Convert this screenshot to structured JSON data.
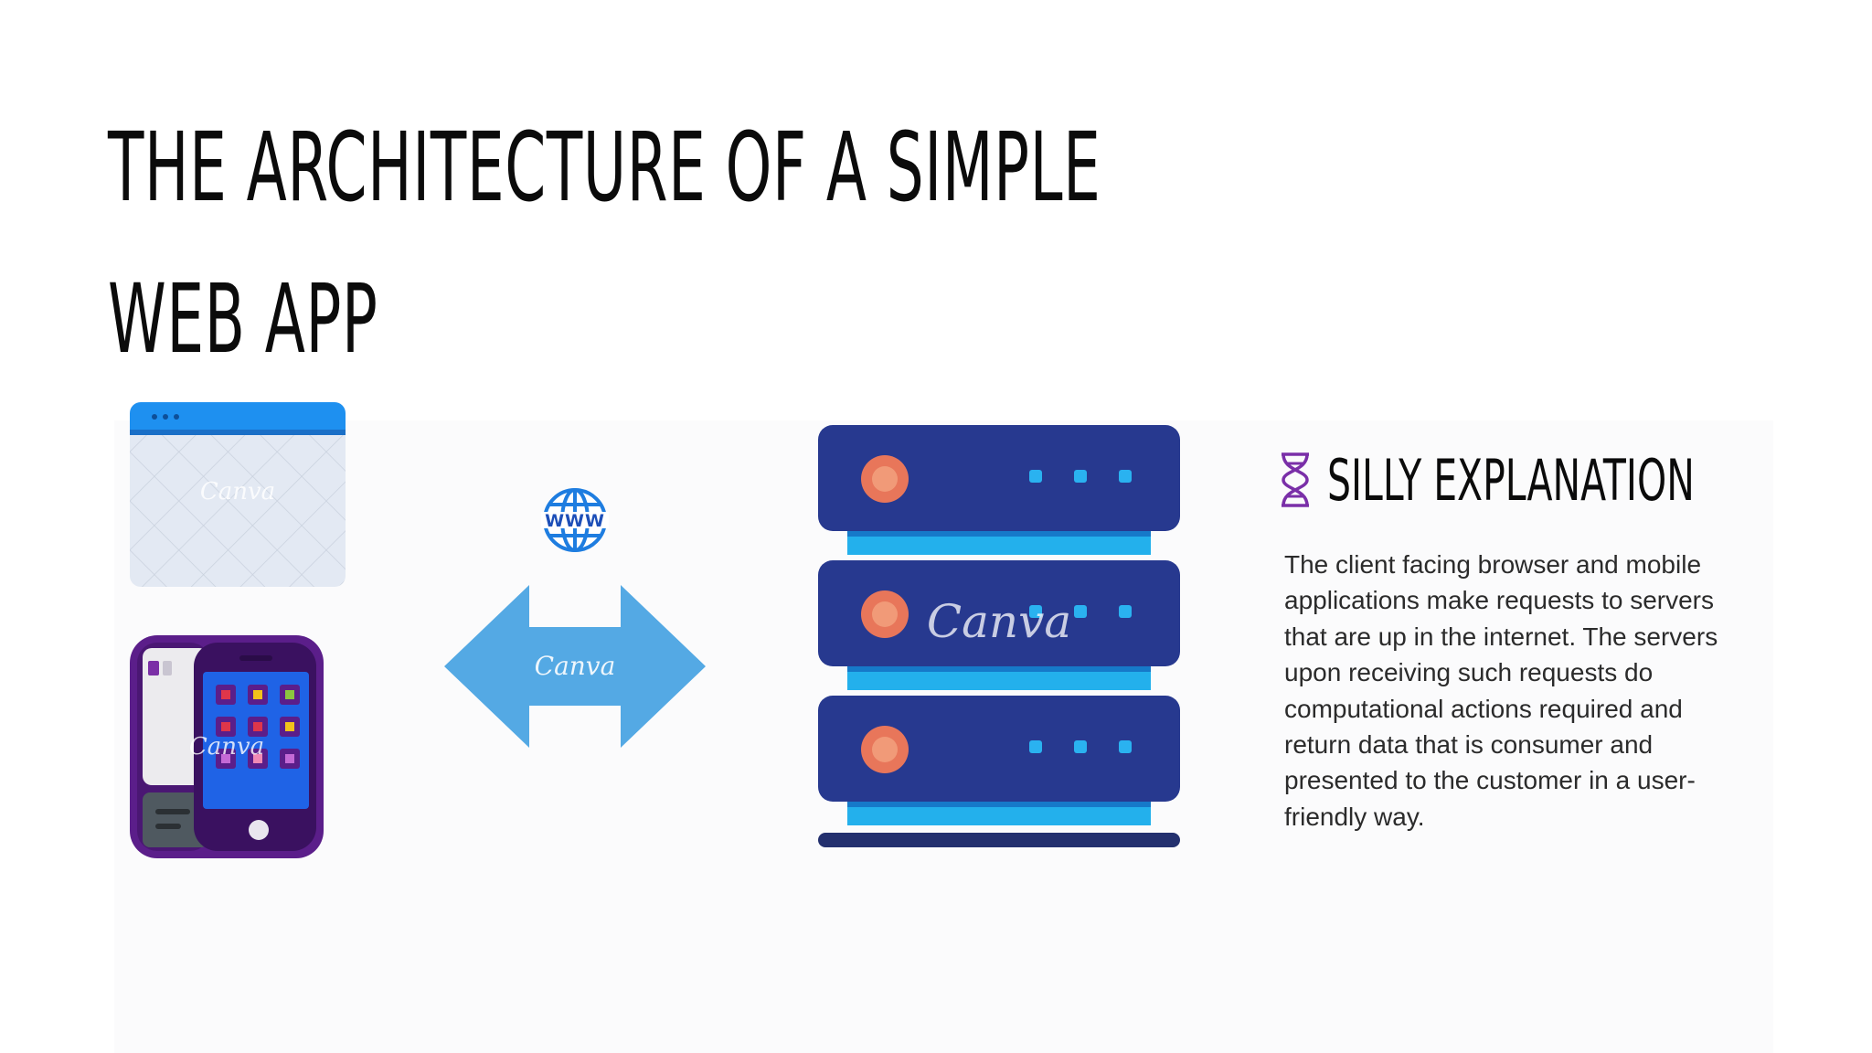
{
  "slide": {
    "title_line1": "THE ARCHITECTURE OF A SIMPLE",
    "title_line2": "WEB APP"
  },
  "diagram": {
    "www_label": "WWW",
    "watermark": "Canva"
  },
  "explanation": {
    "heading": "SILLY EXPLANATION",
    "icon": "dna-icon",
    "body": "The client facing browser and mobile applications make requests to servers that are up in the internet. The servers upon receiving such requests do computational actions required and return data that is consumer and presented to the customer in a user-friendly way."
  },
  "colors": {
    "browser_bar": "#1e90f0",
    "browser_body": "#e3e9f3",
    "phone_frame": "#5b1e8a",
    "phone_screen": "#1f63e6",
    "arrow": "#54a9e4",
    "server_body": "#27398f",
    "server_stripe": "#23b0ec",
    "server_led": "#e8765a",
    "dna_icon": "#7a2fa8"
  }
}
